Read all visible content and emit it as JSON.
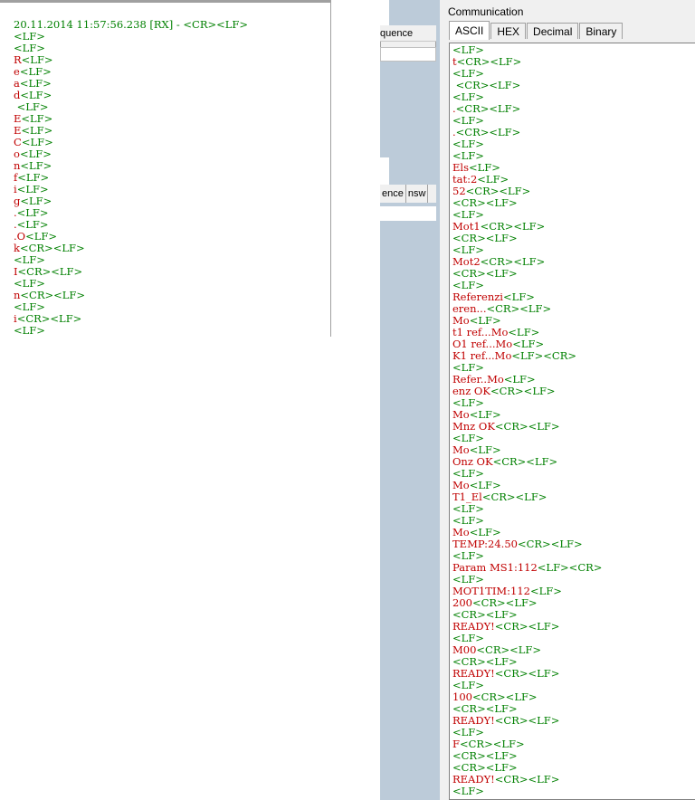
{
  "left_terminal": {
    "lines": [
      [
        {
          "t": "20.11.2014 11:57:56.238 [RX] - <CR><LF>",
          "c": "g"
        }
      ],
      [
        {
          "t": "<LF>",
          "c": "g"
        }
      ],
      [
        {
          "t": "<LF>",
          "c": "g"
        }
      ],
      [
        {
          "t": "R",
          "c": "r"
        },
        {
          "t": "<LF>",
          "c": "g"
        }
      ],
      [
        {
          "t": "e",
          "c": "r"
        },
        {
          "t": "<LF>",
          "c": "g"
        }
      ],
      [
        {
          "t": "a",
          "c": "r"
        },
        {
          "t": "<LF>",
          "c": "g"
        }
      ],
      [
        {
          "t": "d",
          "c": "r"
        },
        {
          "t": "<LF>",
          "c": "g"
        }
      ],
      [
        {
          "t": " <LF>",
          "c": "g"
        }
      ],
      [
        {
          "t": "E",
          "c": "r"
        },
        {
          "t": "<LF>",
          "c": "g"
        }
      ],
      [
        {
          "t": "E",
          "c": "r"
        },
        {
          "t": "<LF>",
          "c": "g"
        }
      ],
      [
        {
          "t": "C",
          "c": "r"
        },
        {
          "t": "<LF>",
          "c": "g"
        }
      ],
      [
        {
          "t": "o",
          "c": "r"
        },
        {
          "t": "<LF>",
          "c": "g"
        }
      ],
      [
        {
          "t": "n",
          "c": "r"
        },
        {
          "t": "<LF>",
          "c": "g"
        }
      ],
      [
        {
          "t": "f",
          "c": "r"
        },
        {
          "t": "<LF>",
          "c": "g"
        }
      ],
      [
        {
          "t": "i",
          "c": "r"
        },
        {
          "t": "<LF>",
          "c": "g"
        }
      ],
      [
        {
          "t": "g",
          "c": "r"
        },
        {
          "t": "<LF>",
          "c": "g"
        }
      ],
      [
        {
          "t": ".",
          "c": "r"
        },
        {
          "t": "<LF>",
          "c": "g"
        }
      ],
      [
        {
          "t": ".",
          "c": "r"
        },
        {
          "t": "<LF>",
          "c": "g"
        }
      ],
      [
        {
          "t": ".O",
          "c": "r"
        },
        {
          "t": "<LF>",
          "c": "g"
        }
      ],
      [
        {
          "t": "k",
          "c": "r"
        },
        {
          "t": "<CR><LF>",
          "c": "g"
        }
      ],
      [
        {
          "t": "<LF>",
          "c": "g"
        }
      ],
      [
        {
          "t": "I",
          "c": "r"
        },
        {
          "t": "<CR><LF>",
          "c": "g"
        }
      ],
      [
        {
          "t": "<LF>",
          "c": "g"
        }
      ],
      [
        {
          "t": "n",
          "c": "r"
        },
        {
          "t": "<CR><LF>",
          "c": "g"
        }
      ],
      [
        {
          "t": "<LF>",
          "c": "g"
        }
      ],
      [
        {
          "t": "i",
          "c": "r"
        },
        {
          "t": "<CR><LF>",
          "c": "g"
        }
      ],
      [
        {
          "t": "<LF>",
          "c": "g"
        }
      ]
    ]
  },
  "middle": {
    "header_top": "quence",
    "header_bottom_cols": [
      "ence",
      "nsw"
    ]
  },
  "communication": {
    "title": "Communication",
    "tabs": [
      {
        "label": "ASCII",
        "active": true
      },
      {
        "label": "HEX",
        "active": false
      },
      {
        "label": "Decimal",
        "active": false
      },
      {
        "label": "Binary",
        "active": false
      }
    ],
    "lines": [
      [
        {
          "t": "<LF>",
          "c": "g"
        }
      ],
      [
        {
          "t": "t",
          "c": "r"
        },
        {
          "t": "<CR><LF>",
          "c": "g"
        }
      ],
      [
        {
          "t": "<LF>",
          "c": "g"
        }
      ],
      [
        {
          "t": " <CR><LF>",
          "c": "g"
        }
      ],
      [
        {
          "t": "<LF>",
          "c": "g"
        }
      ],
      [
        {
          "t": ".",
          "c": "r"
        },
        {
          "t": "<CR><LF>",
          "c": "g"
        }
      ],
      [
        {
          "t": "<LF>",
          "c": "g"
        }
      ],
      [
        {
          "t": ".",
          "c": "r"
        },
        {
          "t": "<CR><LF>",
          "c": "g"
        }
      ],
      [
        {
          "t": "<LF>",
          "c": "g"
        }
      ],
      [
        {
          "t": "<LF>",
          "c": "g"
        }
      ],
      [
        {
          "t": "Els",
          "c": "r"
        },
        {
          "t": "<LF>",
          "c": "g"
        }
      ],
      [
        {
          "t": "tat:2",
          "c": "r"
        },
        {
          "t": "<LF>",
          "c": "g"
        }
      ],
      [
        {
          "t": "52",
          "c": "r"
        },
        {
          "t": "<CR><LF>",
          "c": "g"
        }
      ],
      [
        {
          "t": "<CR><LF>",
          "c": "g"
        }
      ],
      [
        {
          "t": "<LF>",
          "c": "g"
        }
      ],
      [
        {
          "t": "Mot1",
          "c": "r"
        },
        {
          "t": "<CR><LF>",
          "c": "g"
        }
      ],
      [
        {
          "t": "<CR><LF>",
          "c": "g"
        }
      ],
      [
        {
          "t": "<LF>",
          "c": "g"
        }
      ],
      [
        {
          "t": "Mot2",
          "c": "r"
        },
        {
          "t": "<CR><LF>",
          "c": "g"
        }
      ],
      [
        {
          "t": "<CR><LF>",
          "c": "g"
        }
      ],
      [
        {
          "t": "<LF>",
          "c": "g"
        }
      ],
      [
        {
          "t": "Referenzi",
          "c": "r"
        },
        {
          "t": "<LF>",
          "c": "g"
        }
      ],
      [
        {
          "t": "eren...",
          "c": "r"
        },
        {
          "t": "<CR><LF>",
          "c": "g"
        }
      ],
      [
        {
          "t": "Mo",
          "c": "r"
        },
        {
          "t": "<LF>",
          "c": "g"
        }
      ],
      [
        {
          "t": "t1 ref...Mo",
          "c": "r"
        },
        {
          "t": "<LF>",
          "c": "g"
        }
      ],
      [
        {
          "t": "O1 ref...Mo",
          "c": "r"
        },
        {
          "t": "<LF>",
          "c": "g"
        }
      ],
      [
        {
          "t": "K1 ref...Mo",
          "c": "r"
        },
        {
          "t": "<LF><CR>",
          "c": "g"
        }
      ],
      [
        {
          "t": "<LF>",
          "c": "g"
        }
      ],
      [
        {
          "t": "Refer..Mo",
          "c": "r"
        },
        {
          "t": "<LF>",
          "c": "g"
        }
      ],
      [
        {
          "t": "enz OK",
          "c": "r"
        },
        {
          "t": "<CR><LF>",
          "c": "g"
        }
      ],
      [
        {
          "t": "<LF>",
          "c": "g"
        }
      ],
      [
        {
          "t": "Mo",
          "c": "r"
        },
        {
          "t": "<LF>",
          "c": "g"
        }
      ],
      [
        {
          "t": "Mnz OK",
          "c": "r"
        },
        {
          "t": "<CR><LF>",
          "c": "g"
        }
      ],
      [
        {
          "t": "<LF>",
          "c": "g"
        }
      ],
      [
        {
          "t": "Mo",
          "c": "r"
        },
        {
          "t": "<LF>",
          "c": "g"
        }
      ],
      [
        {
          "t": "Onz OK",
          "c": "r"
        },
        {
          "t": "<CR><LF>",
          "c": "g"
        }
      ],
      [
        {
          "t": "<LF>",
          "c": "g"
        }
      ],
      [
        {
          "t": "Mo",
          "c": "r"
        },
        {
          "t": "<LF>",
          "c": "g"
        }
      ],
      [
        {
          "t": "T1_El",
          "c": "r"
        },
        {
          "t": "<CR><LF>",
          "c": "g"
        }
      ],
      [
        {
          "t": "<LF>",
          "c": "g"
        }
      ],
      [
        {
          "t": "<LF>",
          "c": "g"
        }
      ],
      [
        {
          "t": "Mo",
          "c": "r"
        },
        {
          "t": "<LF>",
          "c": "g"
        }
      ],
      [
        {
          "t": "TEMP:24.50",
          "c": "r"
        },
        {
          "t": "<CR><LF>",
          "c": "g"
        }
      ],
      [
        {
          "t": "<LF>",
          "c": "g"
        }
      ],
      [
        {
          "t": "Param MS1:112",
          "c": "r"
        },
        {
          "t": "<LF><CR>",
          "c": "g"
        }
      ],
      [
        {
          "t": "<LF>",
          "c": "g"
        }
      ],
      [
        {
          "t": "MOT1TIM:112",
          "c": "r"
        },
        {
          "t": "<LF>",
          "c": "g"
        }
      ],
      [
        {
          "t": "200",
          "c": "r"
        },
        {
          "t": "<CR><LF>",
          "c": "g"
        }
      ],
      [
        {
          "t": "<CR><LF>",
          "c": "g"
        }
      ],
      [
        {
          "t": "READY!",
          "c": "r"
        },
        {
          "t": "<CR><LF>",
          "c": "g"
        }
      ],
      [
        {
          "t": "<LF>",
          "c": "g"
        }
      ],
      [
        {
          "t": "M00",
          "c": "r"
        },
        {
          "t": "<CR><LF>",
          "c": "g"
        }
      ],
      [
        {
          "t": "<CR><LF>",
          "c": "g"
        }
      ],
      [
        {
          "t": "READY!",
          "c": "r"
        },
        {
          "t": "<CR><LF>",
          "c": "g"
        }
      ],
      [
        {
          "t": "<LF>",
          "c": "g"
        }
      ],
      [
        {
          "t": "100",
          "c": "r"
        },
        {
          "t": "<CR><LF>",
          "c": "g"
        }
      ],
      [
        {
          "t": "<CR><LF>",
          "c": "g"
        }
      ],
      [
        {
          "t": "READY!",
          "c": "r"
        },
        {
          "t": "<CR><LF>",
          "c": "g"
        }
      ],
      [
        {
          "t": "<LF>",
          "c": "g"
        }
      ],
      [
        {
          "t": "F",
          "c": "r"
        },
        {
          "t": "<CR><LF>",
          "c": "g"
        }
      ],
      [
        {
          "t": "<CR><LF>",
          "c": "g"
        }
      ],
      [
        {
          "t": "<CR><LF>",
          "c": "g"
        }
      ],
      [
        {
          "t": "READY!",
          "c": "r"
        },
        {
          "t": "<CR><LF>",
          "c": "g"
        }
      ],
      [
        {
          "t": "<LF>",
          "c": "g"
        }
      ]
    ]
  },
  "colors": {
    "received_text": "#c00000",
    "control_chars": "#008000",
    "panel_bg": "#bccbd9"
  }
}
